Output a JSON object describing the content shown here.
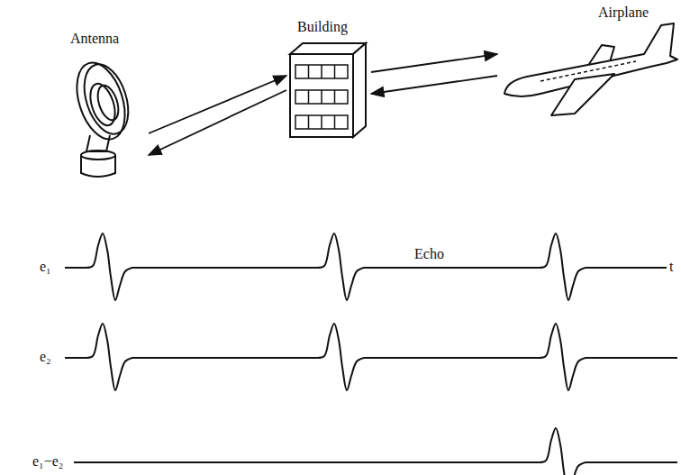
{
  "diagram": {
    "labels": [
      "Antenna",
      "Building",
      "Airplane",
      "Echo",
      "e₁",
      "t",
      "e₂",
      "e₁−e₂"
    ]
  }
}
